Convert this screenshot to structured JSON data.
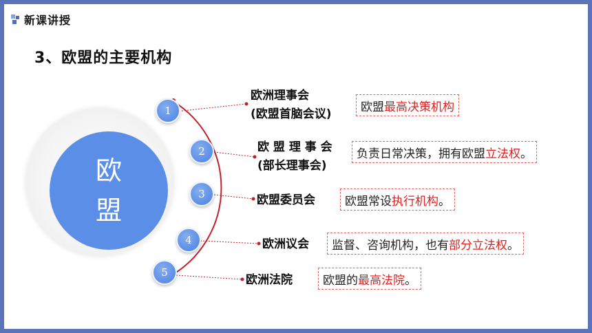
{
  "header": {
    "section_label": "新课讲授"
  },
  "title": "3、欧盟的主要机构",
  "core": {
    "line1": "欧",
    "line2": "盟"
  },
  "institutions": [
    {
      "number": "1",
      "name_line1": "欧洲理事会",
      "name_line2": "(欧盟首脑会议)",
      "desc_plain": "欧盟",
      "desc_highlight": "最高决策机构",
      "desc_suffix": ""
    },
    {
      "number": "2",
      "name_line1": "欧 盟 理 事 会",
      "name_line2": "(部长理事会)",
      "desc_plain": "负责日常决策，拥有欧盟",
      "desc_highlight": "立法权",
      "desc_suffix": "。"
    },
    {
      "number": "3",
      "name_line1": "欧盟委员会",
      "desc_plain": "欧盟常设",
      "desc_highlight": "执行机构",
      "desc_suffix": "。"
    },
    {
      "number": "4",
      "name_line1": "欧洲议会",
      "desc_plain": "监督、咨询机构，也有",
      "desc_highlight": "部分立法权",
      "desc_suffix": "。"
    },
    {
      "number": "5",
      "name_line1": "欧洲法院",
      "desc_plain": "欧盟的",
      "desc_highlight": "最高法院",
      "desc_suffix": "。"
    }
  ],
  "colors": {
    "frame": "#5b73b8",
    "core": "#5b8ee6",
    "accent_red": "#e02020",
    "connector": "#c0222a"
  }
}
